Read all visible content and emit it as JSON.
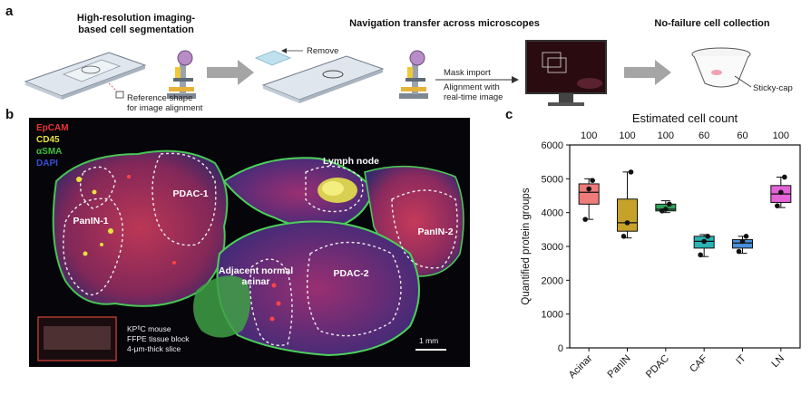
{
  "panel_a": {
    "letter": "a",
    "step1_title": [
      "High-resolution imaging-",
      "based cell segmentation"
    ],
    "step1_ref": [
      "Reference shape",
      "for image alignment"
    ],
    "step2_title": "Navigation transfer across microscopes",
    "step2_remove": "Remove",
    "step2_mask": "Mask import",
    "step2_align": [
      "Alignment with",
      "real-time image"
    ],
    "step3_title": "No-failure cell collection",
    "step3_cap": "Sticky-cap"
  },
  "panel_b": {
    "letter": "b",
    "legend": [
      {
        "label": "EpCAM",
        "color": "#e8372f"
      },
      {
        "label": "CD45",
        "color": "#e8e23a"
      },
      {
        "label": "αSMA",
        "color": "#3fbf3a"
      },
      {
        "label": "DAPI",
        "color": "#3a4fd6"
      }
    ],
    "regions": {
      "pdac1": "PDAC-1",
      "panin1": "PanIN-1",
      "lymph": "Lymph node",
      "panin2": "PanIN-2",
      "adjacent": [
        "Adjacent normal",
        "acinar"
      ],
      "pdac2": "PDAC-2"
    },
    "mouse_lines": [
      "KPᶠˡC mouse",
      "FFPE tissue block",
      "4-μm-thick slice"
    ],
    "scale_bar": "1 mm"
  },
  "panel_c": {
    "letter": "c"
  },
  "chart_data": {
    "type": "box",
    "title": "",
    "top_axis_title": "Estimated cell count",
    "top_axis_values": [
      "100",
      "100",
      "100",
      "60",
      "60",
      "100"
    ],
    "ylabel": "Quantified protein groups",
    "ylim": [
      0,
      6000
    ],
    "yticks": [
      "0",
      "1000",
      "2000",
      "3000",
      "4000",
      "5000",
      "6000"
    ],
    "categories": [
      "Acinar",
      "PanIN",
      "PDAC",
      "CAF",
      "IT",
      "LN"
    ],
    "colors": [
      "#f07b7b",
      "#c7a22a",
      "#2fa15a",
      "#2bb3b5",
      "#4a8fd8",
      "#e463d6"
    ],
    "boxes": [
      {
        "q1": 4250,
        "median": 4600,
        "q3": 4850,
        "min": 3800,
        "max": 5000,
        "points": [
          3800,
          4700,
          4950
        ]
      },
      {
        "q1": 3450,
        "median": 3700,
        "q3": 4400,
        "min": 3250,
        "max": 5200,
        "points": [
          3300,
          3700,
          5200
        ]
      },
      {
        "q1": 4050,
        "median": 4100,
        "q3": 4250,
        "min": 4000,
        "max": 4350,
        "points": [
          4050,
          4100,
          4250
        ]
      },
      {
        "q1": 2950,
        "median": 3150,
        "q3": 3300,
        "min": 2700,
        "max": 3350,
        "points": [
          2750,
          3150,
          3300
        ]
      },
      {
        "q1": 2950,
        "median": 3100,
        "q3": 3200,
        "min": 2800,
        "max": 3300,
        "points": [
          2850,
          3150,
          3300
        ]
      },
      {
        "q1": 4300,
        "median": 4550,
        "q3": 4800,
        "min": 4150,
        "max": 5050,
        "points": [
          4200,
          4600,
          5050
        ]
      }
    ]
  }
}
